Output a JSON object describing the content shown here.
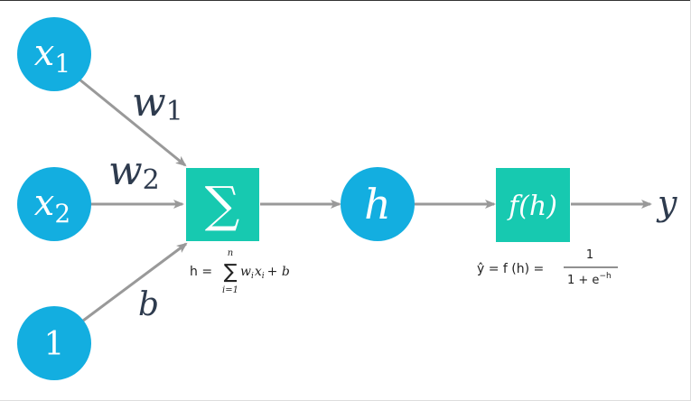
{
  "diagram": {
    "colors": {
      "node_fill": "#13aee0",
      "box_fill": "#17c9b0",
      "arrow": "#999999",
      "node_text": "#ffffff",
      "label_text": "#2e3b4e"
    },
    "inputs": {
      "x1": {
        "base": "x",
        "sub": "1"
      },
      "x2": {
        "base": "x",
        "sub": "2"
      },
      "bias": "1"
    },
    "weights": {
      "w1": {
        "base": "w",
        "sub": "1"
      },
      "w2": {
        "base": "w",
        "sub": "2"
      },
      "b": "b"
    },
    "sum_symbol": "∑",
    "hidden": "h",
    "activation": "f(h)",
    "output": "y",
    "sum_formula": {
      "lhs": "h =",
      "sum": "∑",
      "upper": "n",
      "lower": "i=1",
      "term_w": "w",
      "term_x": "x",
      "index": "i",
      "plus_b": "+ b"
    },
    "activation_formula": {
      "lhs": "ŷ = f (h) =",
      "numerator": "1",
      "denominator": "1 + e",
      "exponent": "−h"
    }
  }
}
